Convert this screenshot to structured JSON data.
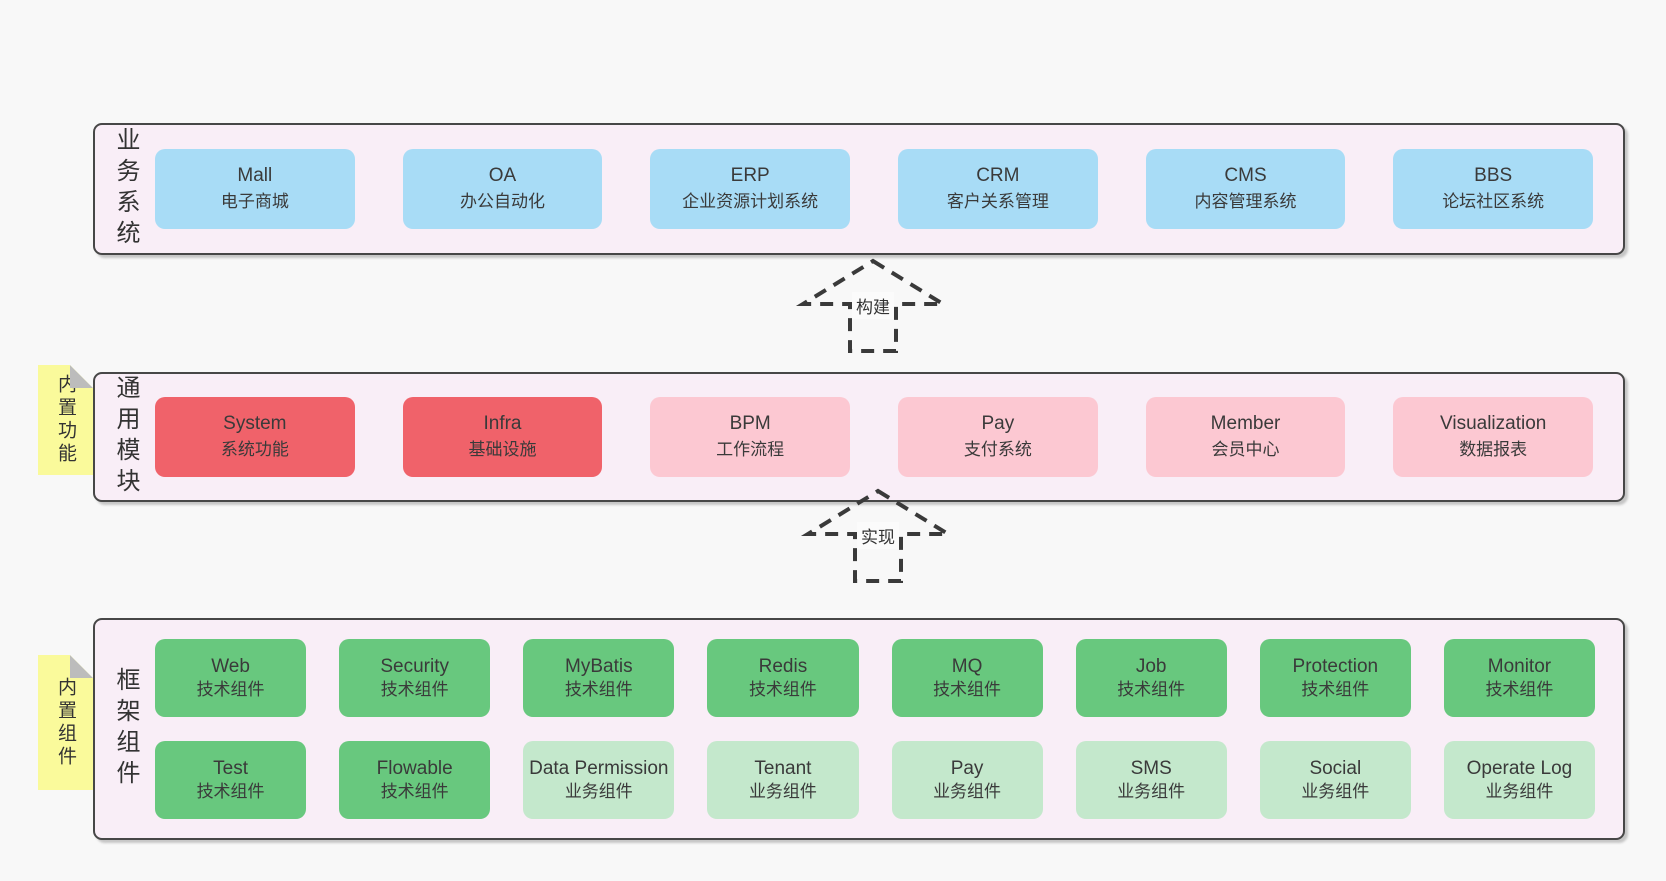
{
  "colors": {
    "page_bg": "#f8f8f8",
    "band_bg": "#f9eef7",
    "blue": "#a8dcf6",
    "red": "#f0626a",
    "pink": "#fcc8d2",
    "green": "#68c87e",
    "light_green": "#c4e8cc",
    "note_yellow": "#fafa9b"
  },
  "notes": [
    {
      "label": "内置功能"
    },
    {
      "label": "内置组件"
    }
  ],
  "arrows": [
    {
      "label": "构建"
    },
    {
      "label": "实现"
    }
  ],
  "bands": [
    {
      "label": "业务系统",
      "boxes": [
        {
          "name": "Mall",
          "subtitle": "电子商城"
        },
        {
          "name": "OA",
          "subtitle": "办公自动化"
        },
        {
          "name": "ERP",
          "subtitle": "企业资源计划系统"
        },
        {
          "name": "CRM",
          "subtitle": "客户关系管理"
        },
        {
          "name": "CMS",
          "subtitle": "内容管理系统"
        },
        {
          "name": "BBS",
          "subtitle": "论坛社区系统"
        }
      ]
    },
    {
      "label": "通用模块",
      "boxes": [
        {
          "name": "System",
          "subtitle": "系统功能"
        },
        {
          "name": "Infra",
          "subtitle": "基础设施"
        },
        {
          "name": "BPM",
          "subtitle": "工作流程"
        },
        {
          "name": "Pay",
          "subtitle": "支付系统"
        },
        {
          "name": "Member",
          "subtitle": "会员中心"
        },
        {
          "name": "Visualization",
          "subtitle": "数据报表"
        }
      ]
    },
    {
      "label": "框架组件",
      "rows": [
        [
          {
            "name": "Web",
            "subtitle": "技术组件"
          },
          {
            "name": "Security",
            "subtitle": "技术组件"
          },
          {
            "name": "MyBatis",
            "subtitle": "技术组件"
          },
          {
            "name": "Redis",
            "subtitle": "技术组件"
          },
          {
            "name": "MQ",
            "subtitle": "技术组件"
          },
          {
            "name": "Job",
            "subtitle": "技术组件"
          },
          {
            "name": "Protection",
            "subtitle": "技术组件"
          },
          {
            "name": "Monitor",
            "subtitle": "技术组件"
          }
        ],
        [
          {
            "name": "Test",
            "subtitle": "技术组件"
          },
          {
            "name": "Flowable",
            "subtitle": "技术组件"
          },
          {
            "name": "Data Permission",
            "subtitle": "业务组件"
          },
          {
            "name": "Tenant",
            "subtitle": "业务组件"
          },
          {
            "name": "Pay",
            "subtitle": "业务组件"
          },
          {
            "name": "SMS",
            "subtitle": "业务组件"
          },
          {
            "name": "Social",
            "subtitle": "业务组件"
          },
          {
            "name": "Operate Log",
            "subtitle": "业务组件"
          }
        ]
      ]
    }
  ]
}
